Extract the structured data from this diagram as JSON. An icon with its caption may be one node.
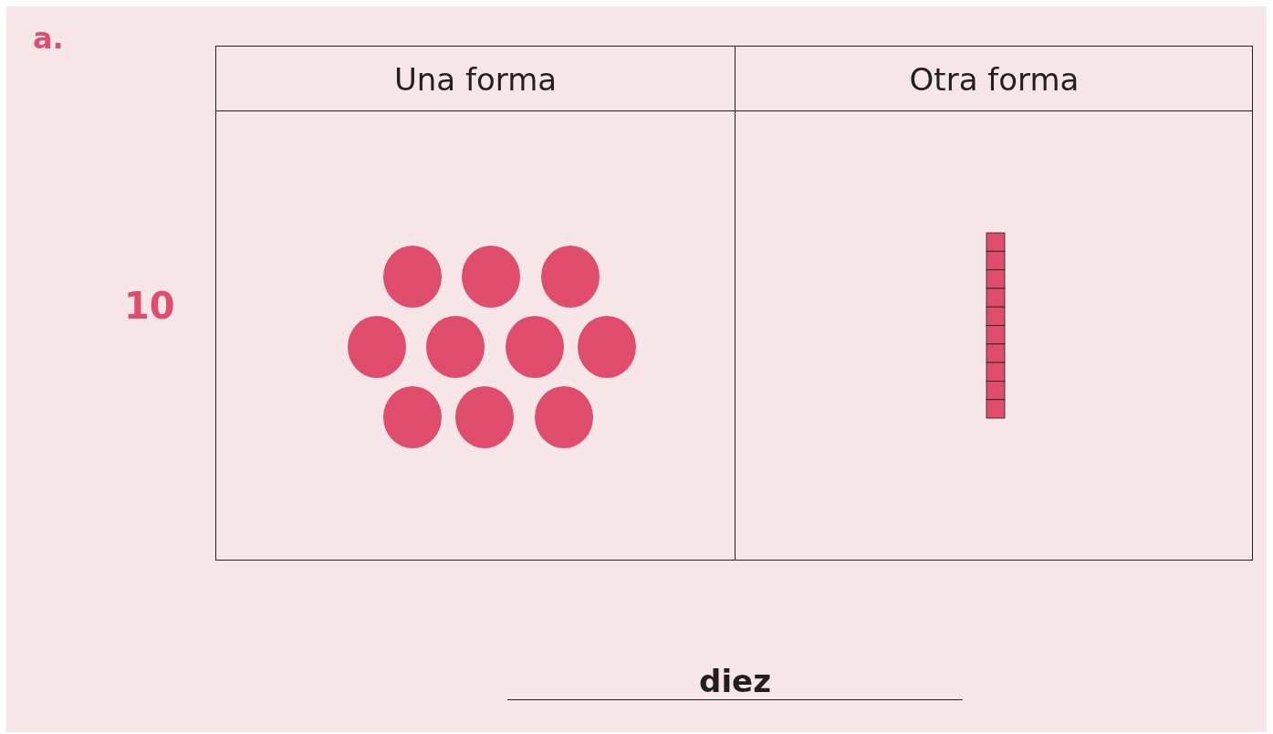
{
  "diagram": {
    "labels": [
      "a.",
      "10",
      "Una forma",
      "Otra forma",
      "diez"
    ]
  }
}
